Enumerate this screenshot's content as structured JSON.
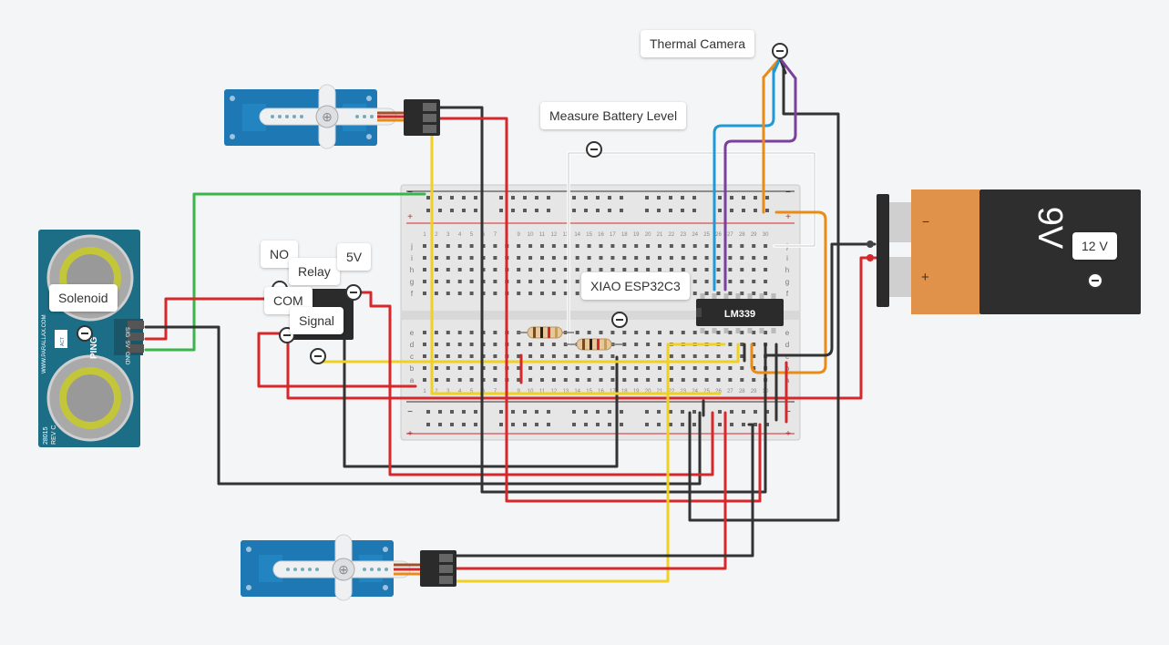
{
  "labels": {
    "thermal_camera": "Thermal Camera",
    "measure_battery": "Measure Battery Level",
    "xiao": "XIAO ESP32C3",
    "solenoid": "Solenoid",
    "no": "NO",
    "relay": "Relay",
    "five_v": "5V",
    "com": "COM",
    "signal": "Signal",
    "twelve_v": "12 V"
  },
  "battery": {
    "voltage_text": "9V",
    "minus": "−",
    "plus": "+"
  },
  "chip": {
    "name": "LM339"
  },
  "sensor": {
    "brand": "WWW.PARALLAX.COM",
    "pin_sig": "SIG",
    "pin_5v": "5V",
    "pin_gnd": "GND",
    "model": "28015",
    "rev": "REV C",
    "act": "ACT",
    "side": "PING"
  },
  "breadboard": {
    "row_letters_top": [
      "j",
      "i",
      "h",
      "g",
      "f"
    ],
    "row_letters_bottom": [
      "e",
      "d",
      "c",
      "b",
      "a"
    ],
    "col_numbers": [
      "1",
      "2",
      "3",
      "4",
      "5",
      "6",
      "7",
      "8",
      "9",
      "10",
      "11",
      "12",
      "13",
      "14",
      "15",
      "16",
      "17",
      "18",
      "19",
      "20",
      "21",
      "22",
      "23",
      "24",
      "25",
      "26",
      "27",
      "28",
      "29",
      "30"
    ],
    "rail_minus": "−",
    "rail_plus": "+"
  },
  "colors": {
    "red": "#d6282b",
    "black": "#333333",
    "yellow": "#f0d020",
    "green": "#3ab54a",
    "blue": "#1e9ad6",
    "purple": "#7b3f9e",
    "orange": "#e98b16",
    "white": "#ffffff",
    "servo": "#1e78b4",
    "board": "#e6e6e6"
  }
}
